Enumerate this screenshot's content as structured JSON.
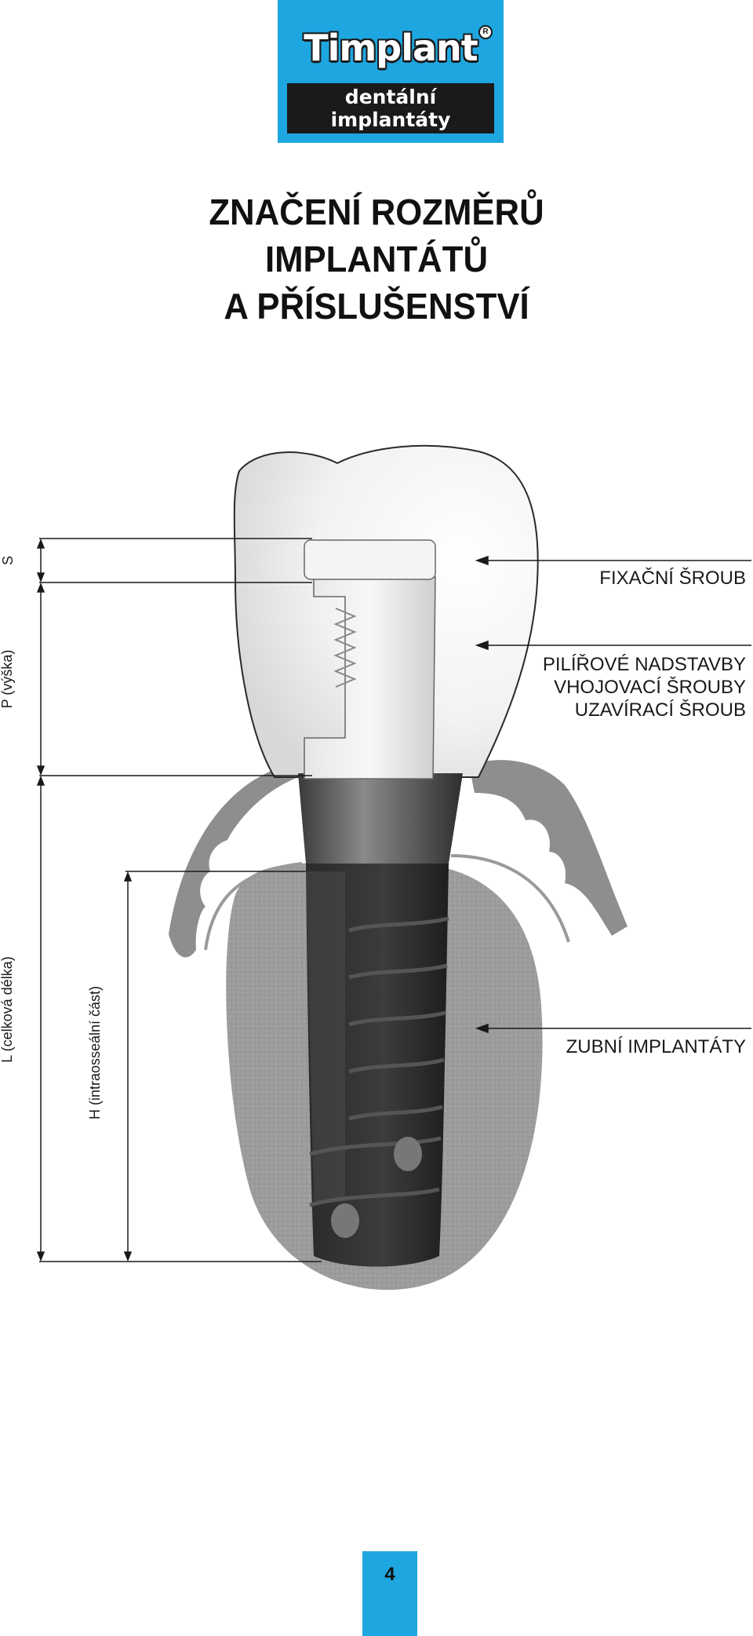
{
  "logo": {
    "name": "Timplant",
    "registered": "R",
    "tagline_line1": "dentální",
    "tagline_line2": "implantáty"
  },
  "title": {
    "line1": "ZNAČENÍ ROZMĚRŮ",
    "line2": "IMPLANTÁTŮ",
    "line3": "A PŘÍSLUŠENSTVÍ"
  },
  "callouts": {
    "fixation_screw": "FIXAČNÍ ŠROUB",
    "abutments_line1": "PILÍŘOVÉ NADSTAVBY",
    "abutments_line2": "VHOJOVACÍ ŠROUBY",
    "abutments_line3": "UZAVÍRACÍ ŠROUB",
    "implants": "ZUBNÍ IMPLANTÁTY"
  },
  "dimensions": {
    "s": "S",
    "p": "P (výška)",
    "l": "L (celková délka)",
    "h": "H (intraosseální část)"
  },
  "page_number": "4",
  "colors": {
    "brand_blue": "#1ea6e0",
    "dark": "#1a1a1a",
    "gum": "#8e8e8e",
    "bone": "#9a9a9a",
    "implant": "#2a2a2a"
  }
}
